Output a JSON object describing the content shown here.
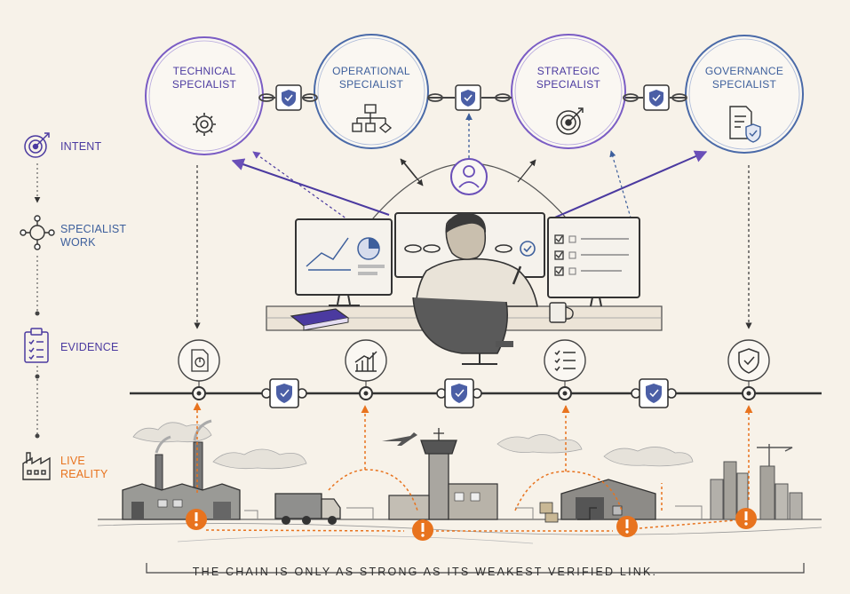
{
  "specialists": [
    {
      "line1": "TECHNICAL",
      "line2": "SPECIALIST",
      "icon": "gear-icon"
    },
    {
      "line1": "OPERATIONAL",
      "line2": "SPECIALIST",
      "icon": "flowchart-icon"
    },
    {
      "line1": "STRATEGIC",
      "line2": "SPECIALIST",
      "icon": "target-icon"
    },
    {
      "line1": "GOVERNANCE",
      "line2": "SPECIALIST",
      "icon": "document-check-icon"
    }
  ],
  "legend": [
    {
      "line1": "INTENT",
      "line2": "",
      "icon": "target-icon"
    },
    {
      "line1": "SPECIALIST",
      "line2": "WORK",
      "icon": "network-icon"
    },
    {
      "line1": "EVIDENCE",
      "line2": "",
      "icon": "clipboard-icon"
    },
    {
      "line1": "LIVE",
      "line2": "REALITY",
      "icon": "factory-icon"
    }
  ],
  "tagline": "THE CHAIN IS ONLY AS STRONG AS ITS WEAKEST VERIFIED LINK.",
  "colors": {
    "purple": "#6a4fb8",
    "blue": "#3d5f9c",
    "orange": "#e8731e",
    "ink": "#2f2f2f",
    "paper": "#f7f2e9"
  }
}
